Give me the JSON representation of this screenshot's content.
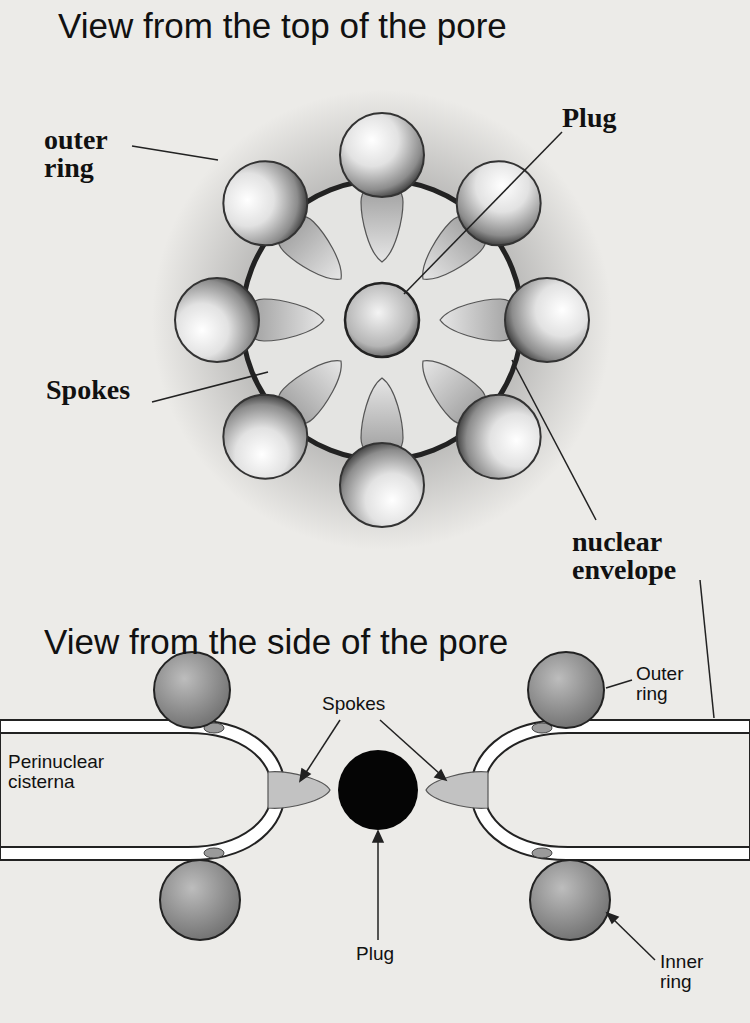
{
  "diagram": {
    "labels": [
      "View from the top of the pore",
      "outer ring",
      "Plug",
      "Spokes",
      "nuclear envelope",
      "View from the side of the pore",
      "Spokes",
      "Outer ring",
      "Perinuclear cisterna",
      "Plug",
      "Inner ring"
    ]
  }
}
